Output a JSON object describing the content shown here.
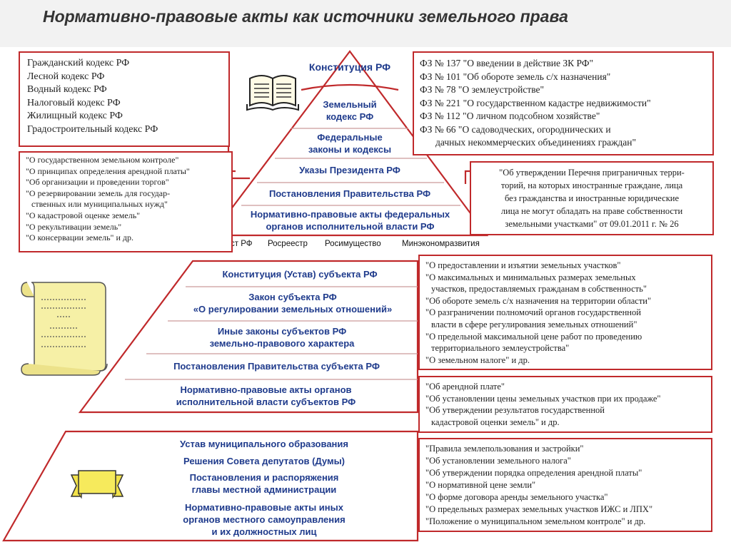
{
  "title": "Нормативно-правовые акты как источники земельного права",
  "federal": {
    "constitution": "Конституция РФ",
    "levels": [
      [
        "Земельный",
        "кодекс РФ"
      ],
      [
        "Федеральные",
        "законы и кодексы"
      ],
      [
        "Указы Президента РФ"
      ],
      [
        "Постановления Правительства РФ"
      ],
      [
        "Нормативно-правовые акты федеральных",
        "органов исполнительной власти РФ"
      ]
    ],
    "agencies": [
      "Минюст РФ",
      "Росреестр",
      "Росимущество",
      "Минэкономразвития"
    ]
  },
  "regional": {
    "levels": [
      [
        "Конституция (Устав) субъекта РФ"
      ],
      [
        "Закон субъекта РФ",
        "«О регулировании земельных отношений»"
      ],
      [
        "Иные законы субъектов РФ",
        "земельно-правового характера"
      ],
      [
        "Постановления Правительства субъекта РФ"
      ],
      [
        "Нормативно-правовые акты органов",
        "исполнительной власти субъектов РФ"
      ]
    ]
  },
  "municipal": {
    "levels": [
      [
        "Устав муниципального образования"
      ],
      [
        "Решения Совета депутатов (Думы)"
      ],
      [
        "Постановления и распоряжения",
        "главы местной администрации"
      ],
      [
        "Нормативно-правовые акты иных",
        "органов местного самоуправления",
        "и их должностных лиц"
      ]
    ]
  },
  "boxes": {
    "codes": [
      "Гражданский кодекс РФ",
      "Лесной кодекс РФ",
      "Водный кодекс РФ",
      "Налоговый кодекс РФ",
      "Жилищный кодекс РФ",
      "Градостроительный кодекс РФ"
    ],
    "fz": [
      "ФЗ № 137 \"О введении в действие ЗК РФ\"",
      "ФЗ № 101 \"Об обороте земель с/х назначения\"",
      "ФЗ № 78 \"О землеустройстве\"",
      "ФЗ № 221 \"О государственном кадастре недвижимости\"",
      "ФЗ № 112 \"О личном подсобном хозяйстве\"",
      "ФЗ № 66 \"О садоводческих, огороднических и",
      "дачных некоммерческих объединениях граждан\""
    ],
    "gov_decrees": [
      "\"О государственном земельном контроле\"",
      "\"О принципах определения арендной платы\"",
      "\"Об организации и проведении торгов\"",
      "\"О резервировании земель для государ-",
      "ственных или муниципальных нужд\"",
      "\"О кадастровой оценке земель\"",
      "\"О рекультивации земель\"",
      "\"О консервации земель\" и др."
    ],
    "border_list": [
      "\"Об утверждении Перечня приграничных терри-",
      "торий, на которых иностранные граждане, лица",
      "без гражданства и иностранные юридические",
      "лица не могут обладать на праве собственности",
      "земельными участками\" от 09.01.2011 г. № 26"
    ],
    "regional_laws": [
      "\"О предоставлении и изъятии земельных участков\"",
      "\"О максимальных и минимальных размерах земельных",
      "участков, предоставляемых гражданам в собственность\"",
      "\"Об обороте земель с/х назначения на территории области\"",
      "\"О разграничении полномочий органов государственной",
      "власти в сфере регулирования земельных отношений\"",
      "\"О предельной максимальной цене работ по проведению",
      "территориального землеустройства\"",
      "\"О земельном налоге\" и др."
    ],
    "regional_decrees": [
      "\"Об арендной плате\"",
      "\"Об установлении цены земельных участков при их продаже\"",
      "\"Об утверждении результатов государственной",
      "кадастровой оценки земель\" и др."
    ],
    "municipal_acts": [
      "\"Правила землепользования и застройки\"",
      "\"Об установлении земельного налога\"",
      "\"Об утверждении порядка определения арендной платы\"",
      "\"О нормативной цене земли\"",
      "\"О форме договора аренды земельного участка\"",
      "\"О предельных размерах земельных участков ИЖС и ЛПХ\"",
      "\"Положение о муниципальном земельном контроле\" и др."
    ]
  },
  "colors": {
    "border": "#c0292b",
    "tier_text": "#1f3b8c",
    "scroll": "#f6f0a6"
  }
}
